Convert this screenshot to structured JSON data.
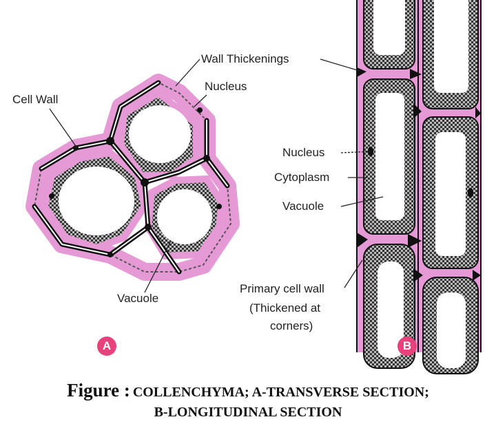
{
  "labels_a": {
    "wall_thickenings": "Wall Thickenings",
    "nucleus": "Nucleus",
    "cell_wall": "Cell Wall",
    "vacuole": "Vacuole"
  },
  "labels_b": {
    "nucleus": "Nucleus",
    "cytoplasm": "Cytoplasm",
    "vacuole": "Vacuole",
    "primary_wall_line1": "Primary cell wall",
    "primary_wall_line2": "(Thickened at",
    "primary_wall_line3": "corners)"
  },
  "badges": {
    "a": "A",
    "b": "B"
  },
  "caption": {
    "prefix": "Figure :",
    "line1": "COLLENCHYMA; A-TRANSVERSE SECTION;",
    "line2": "B-LONGITUDINAL SECTION"
  },
  "colors": {
    "wall_pink": "#e59ad6",
    "badge": "#e8427c"
  }
}
